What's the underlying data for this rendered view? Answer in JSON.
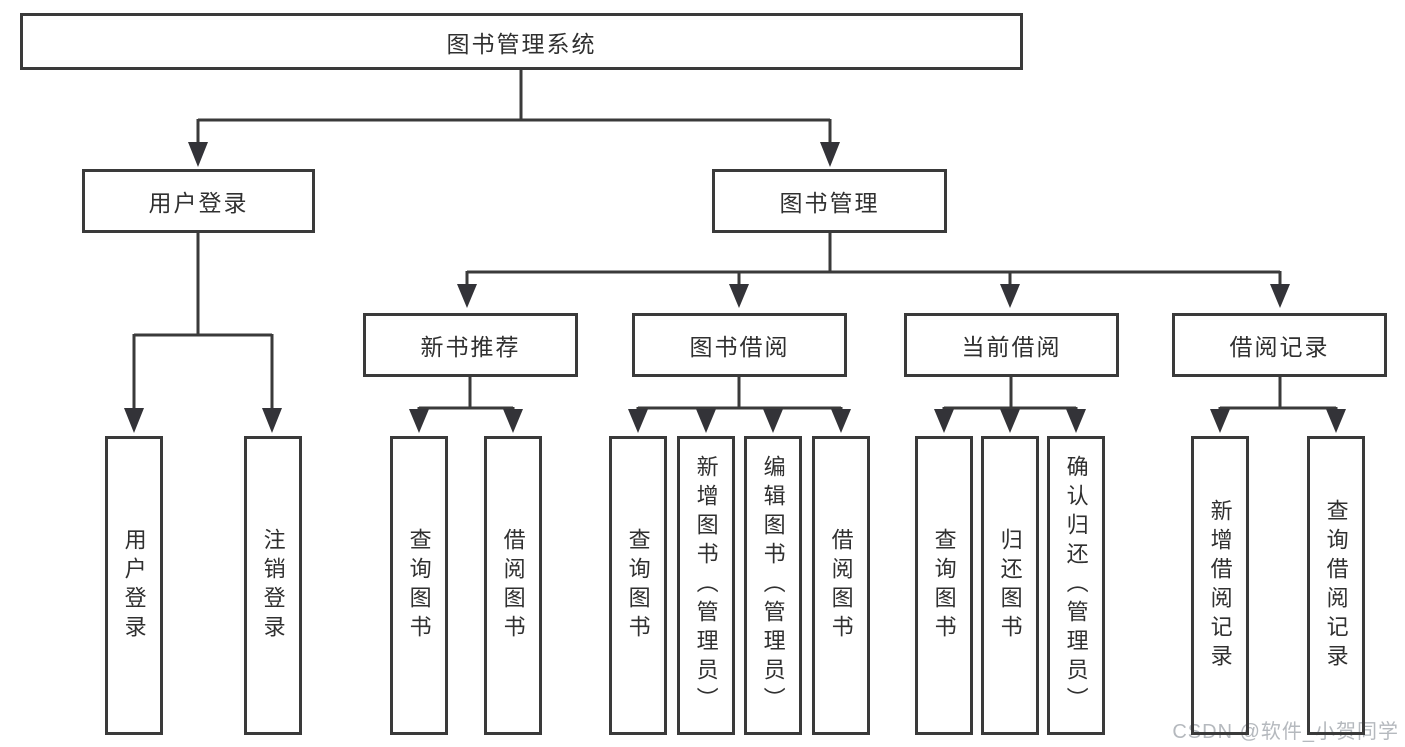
{
  "nodes": {
    "root": {
      "label": "图书管理系统"
    },
    "userLogin": {
      "label": "用户登录",
      "children": [
        {
          "label": "用户登录"
        },
        {
          "label": "注销登录"
        }
      ]
    },
    "bookManagement": {
      "label": "图书管理"
    },
    "newBookRecommend": {
      "label": "新书推荐",
      "children": [
        {
          "label": "查询图书"
        },
        {
          "label": "借阅图书"
        }
      ]
    },
    "bookBorrow": {
      "label": "图书借阅",
      "children": [
        {
          "label": "查询图书"
        },
        {
          "label": "新增图书（管理员）"
        },
        {
          "label": "编辑图书（管理员）"
        },
        {
          "label": "借阅图书"
        }
      ]
    },
    "currentBorrow": {
      "label": "当前借阅",
      "children": [
        {
          "label": "查询图书"
        },
        {
          "label": "归还图书"
        },
        {
          "label": "确认归还（管理员）"
        }
      ]
    },
    "borrowRecords": {
      "label": "借阅记录",
      "children": [
        {
          "label": "新增借阅记录"
        },
        {
          "label": "查询借阅记录"
        }
      ]
    }
  },
  "watermark": {
    "text": "CSDN @软件_小贺同学"
  },
  "colors": {
    "line": "#3a3a3a",
    "text": "#303030",
    "background": "#ffffff",
    "watermark": "#b5b9be"
  }
}
